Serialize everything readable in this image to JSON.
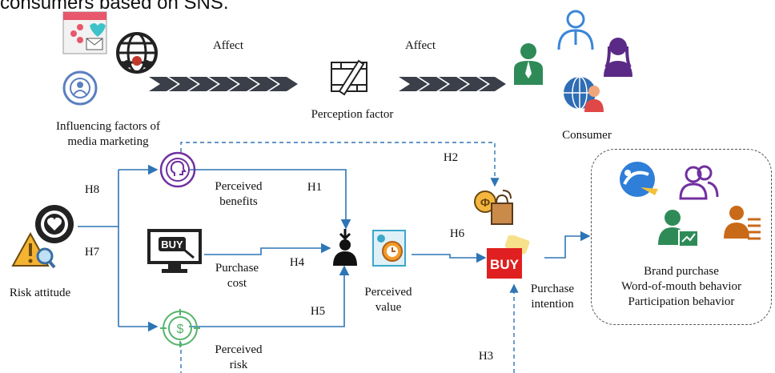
{
  "caption_fragment": "consumers based on SNS.",
  "top_row": {
    "affect_1": "Affect",
    "affect_2": "Affect",
    "influencing_factors": "Influencing factors of\nmedia marketing",
    "perception_factor": "Perception factor",
    "consumer": "Consumer"
  },
  "nodes": {
    "risk_attitude": "Risk attitude",
    "perceived_benefits": "Perceived\nbenefits",
    "purchase_cost": "Purchase\ncost",
    "perceived_risk": "Perceived\nrisk",
    "perceived_value": "Perceived\nvalue",
    "purchase_intention": "Purchase\nintention",
    "buy_sign": "BUY",
    "buy_screen": "BUY"
  },
  "hypotheses": {
    "h1": "H1",
    "h2": "H2",
    "h3": "H3",
    "h4": "H4",
    "h5": "H5",
    "h6": "H6",
    "h7": "H7",
    "h8": "H8"
  },
  "outcomes": {
    "brand_purchase": "Brand purchase",
    "word_of_mouth": "Word-of-mouth behavior",
    "participation": "Participation behavior"
  },
  "colors": {
    "arrow_line": "#2e75b6",
    "chevron": "#3a3f4a",
    "purple": "#7030a0",
    "green": "#2e8b57",
    "buy_red": "#e02020"
  }
}
